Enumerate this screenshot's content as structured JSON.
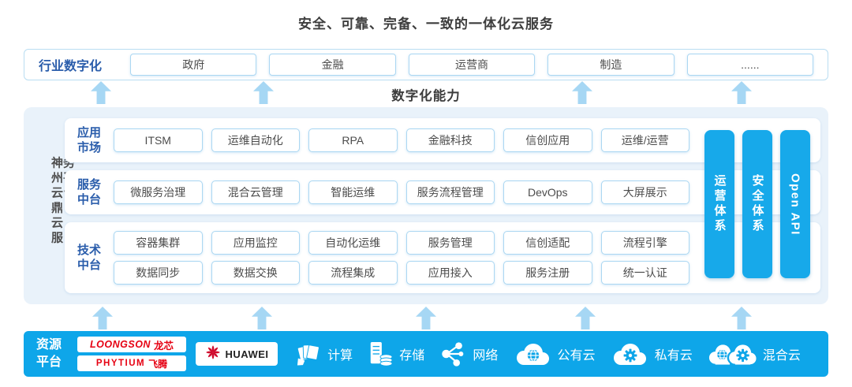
{
  "colors": {
    "accent_blue": "#0ea6e9",
    "pillar_blue": "#17a9ea",
    "arrow_blue": "#a6d7f4",
    "label_blue": "#2a5dab",
    "box_border": "#abd7f2",
    "vendor_red": "#e60012",
    "huawei_red": "#cf0a2c"
  },
  "title": "安全、可靠、完备、一致的一体化云服务",
  "industry": {
    "label": "行业数字化",
    "items": [
      "政府",
      "金融",
      "运营商",
      "制造",
      "......"
    ]
  },
  "capability_label": "数字化能力",
  "platform": {
    "side_label": "神州云鼎云服务平台",
    "rows": [
      {
        "label": "应用市场",
        "lines": [
          [
            "ITSM",
            "运维自动化",
            "RPA",
            "金融科技",
            "信创应用",
            "运维/运营"
          ]
        ]
      },
      {
        "label": "服务中台",
        "lines": [
          [
            "微服务治理",
            "混合云管理",
            "智能运维",
            "服务流程管理",
            "DevOps",
            "大屏展示"
          ]
        ]
      },
      {
        "label": "技术中台",
        "lines": [
          [
            "容器集群",
            "应用监控",
            "自动化运维",
            "服务管理",
            "信创适配",
            "流程引擎"
          ],
          [
            "数据同步",
            "数据交换",
            "流程集成",
            "应用接入",
            "服务注册",
            "统一认证"
          ]
        ]
      }
    ],
    "pillars": [
      "运营体系",
      "安全体系",
      "Open API"
    ]
  },
  "resources": {
    "label": "资源平台",
    "vendors": {
      "loongson": {
        "en": "LOONGSON",
        "cn": "龙芯"
      },
      "phytium": {
        "en": "PHYTIUM",
        "cn": "飞腾"
      },
      "huawei": {
        "en": "HUAWEI"
      }
    },
    "items": [
      {
        "icon": "compute-icon",
        "label": "计算"
      },
      {
        "icon": "storage-icon",
        "label": "存储"
      },
      {
        "icon": "network-icon",
        "label": "网络"
      },
      {
        "icon": "public-cloud-icon",
        "label": "公有云"
      },
      {
        "icon": "private-cloud-icon",
        "label": "私有云"
      },
      {
        "icon": "hybrid-cloud-icon",
        "label": "混合云"
      }
    ]
  }
}
